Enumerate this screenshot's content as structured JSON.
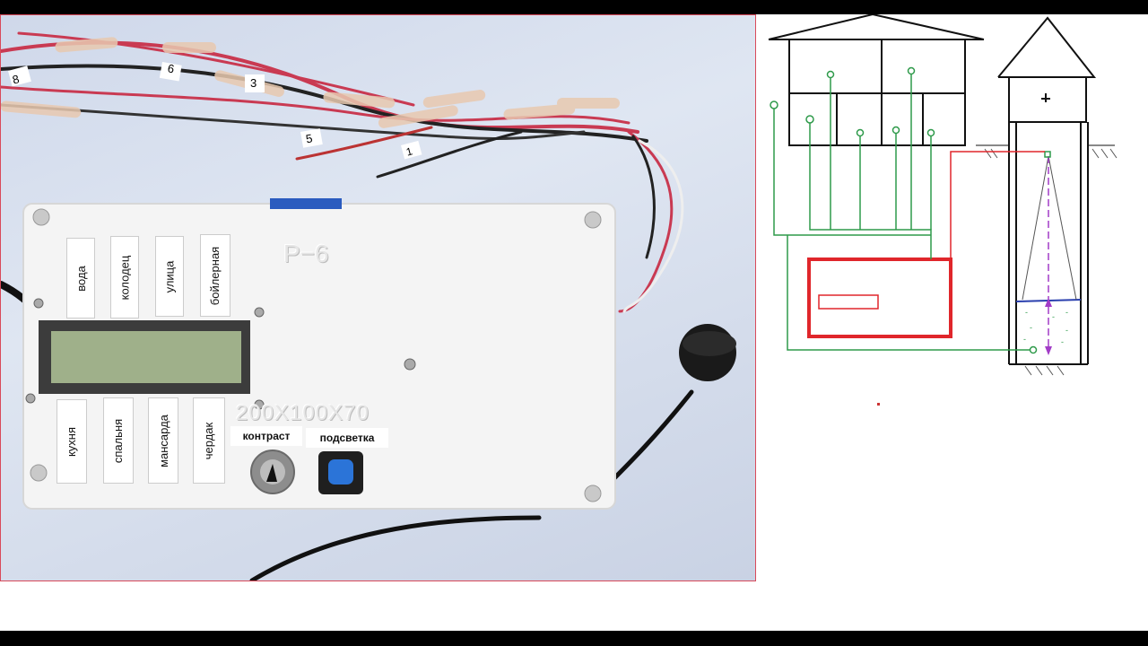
{
  "device": {
    "model": "Р−6",
    "dimensions": "200X100X70",
    "top_labels": [
      "вода",
      "колодец",
      "улица",
      "бойлерная"
    ],
    "bottom_labels": [
      "кухня",
      "спальня",
      "мансарда",
      "чердак"
    ],
    "controls": {
      "contrast_label": "контраст",
      "backlight_label": "подсветка"
    }
  },
  "wire_tags": [
    "8",
    "6",
    "3",
    "5",
    "1"
  ],
  "colors": {
    "frame": "#d94a5a",
    "sensor_wire": "#2e9a4a",
    "well_wire": "#d62828",
    "controller": "#e0262b"
  }
}
